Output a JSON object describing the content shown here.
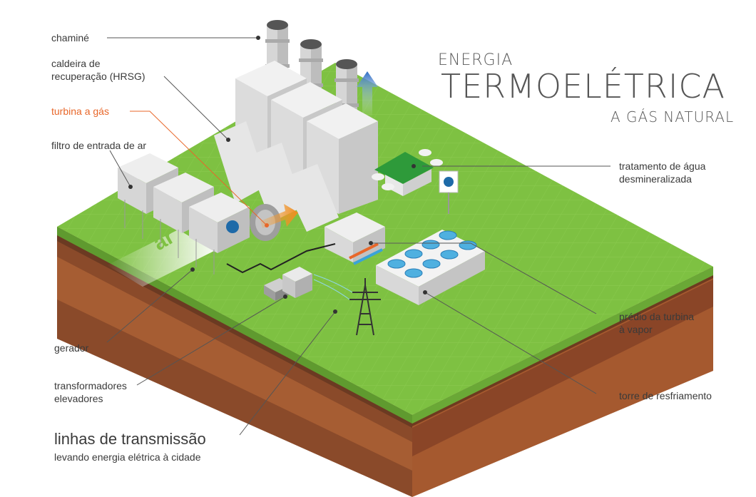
{
  "title": {
    "line1": "ENERGIA",
    "line2": "TERMOELÉTRICA",
    "line3": "A GÁS NATURAL"
  },
  "labels": {
    "chimney": "chaminé",
    "hrsg_l1": "caldeira de",
    "hrsg_l2": "recuperação (HRSG)",
    "gas_turbine": "turbina a gás",
    "air_filter": "filtro de entrada de ar",
    "water_l1": "tratamento de água",
    "water_l2": "desmineralizada",
    "steam_l1": "prédio da turbina",
    "steam_l2": "à vapor",
    "cooling": "torre de resfriamento",
    "generator": "gerador",
    "transformers_l1": "transformadores",
    "transformers_l2": "elevadores",
    "lines_title": "linhas de transmissão",
    "lines_sub": "levando energia elétrica à cidade",
    "air": "ar"
  },
  "colors": {
    "grass": "#7ec142",
    "soil_top": "#8b4a2b",
    "accent": "#e8672a"
  }
}
